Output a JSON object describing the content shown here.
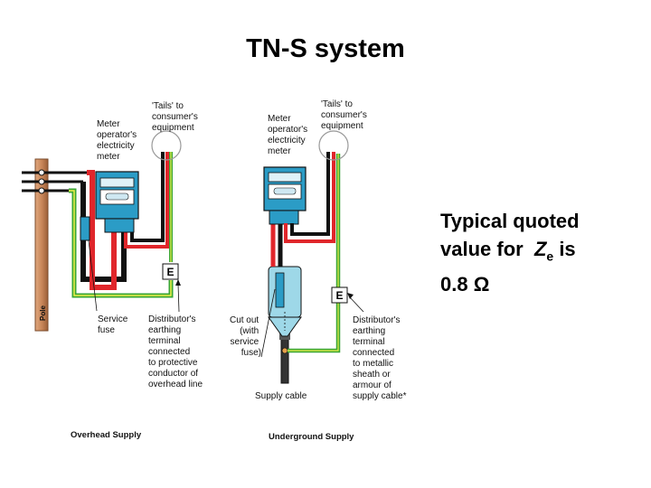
{
  "title": "TN-S system",
  "overhead": {
    "meter_label": [
      "Meter",
      "operator's",
      "electricity",
      "meter"
    ],
    "tails_label": [
      "'Tails' to",
      "consumer's",
      "equipment"
    ],
    "service_fuse_label": [
      "Service",
      "fuse"
    ],
    "earth_terminal_text": "E",
    "earthing_label": [
      "Distributor's",
      "earthing",
      "terminal",
      "connected",
      "to protective",
      "conductor of",
      "overhead line"
    ],
    "pole_label": "Pole",
    "caption": "Overhead Supply"
  },
  "underground": {
    "meter_label": [
      "Meter",
      "operator's",
      "electricity",
      "meter"
    ],
    "tails_label": [
      "'Tails' to",
      "consumer's",
      "equipment"
    ],
    "cutout_label": [
      "Cut out",
      "(with",
      "service",
      "fuse)"
    ],
    "earth_terminal_text": "E",
    "earthing_label": [
      "Distributor's",
      "earthing",
      "terminal",
      "connected",
      "to metallic",
      "sheath or",
      "armour of",
      "supply cable*"
    ],
    "supply_cable_label": "Supply cable",
    "caption": "Underground Supply"
  },
  "note": {
    "line1": "Typical quoted",
    "line2_prefix": "value for",
    "symbol": "Z",
    "subscript": "e",
    "line2_suffix": "is",
    "value": "0.8 Ω"
  },
  "colors": {
    "live": "#e0262b",
    "neutral": "#111111",
    "earth_outer": "#3aa635",
    "earth_inner": "#f0f04a",
    "meter": "#2b9cc6",
    "pole": "#c9875a"
  }
}
